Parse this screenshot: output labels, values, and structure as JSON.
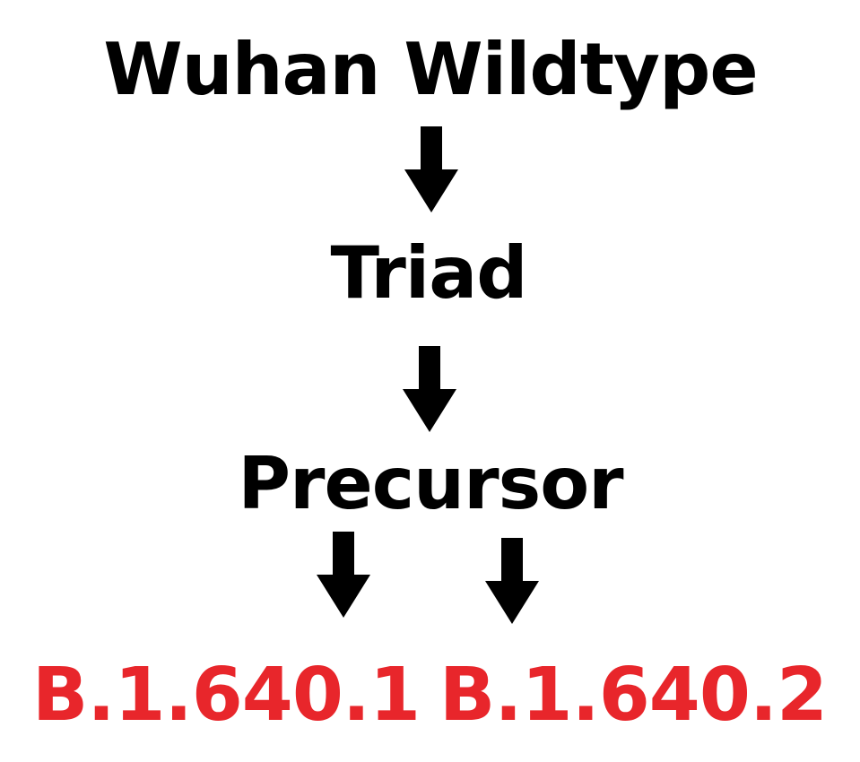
{
  "diagram": {
    "nodes": {
      "wuhan": "Wuhan Wildtype",
      "triad": "Triad",
      "precursor": "Precursor",
      "b1": "B.1.640.1",
      "b2": "B.1.640.2"
    },
    "edges": [
      {
        "from": "Wuhan Wildtype",
        "to": "Triad"
      },
      {
        "from": "Triad",
        "to": "Precursor"
      },
      {
        "from": "Precursor",
        "to": "B.1.640.1"
      },
      {
        "from": "Precursor",
        "to": "B.1.640.2"
      }
    ],
    "colors": {
      "text": "#000000",
      "arrow": "#000000",
      "variant": "#e8262b"
    },
    "icons": {
      "edge": "down-arrow-icon"
    }
  }
}
